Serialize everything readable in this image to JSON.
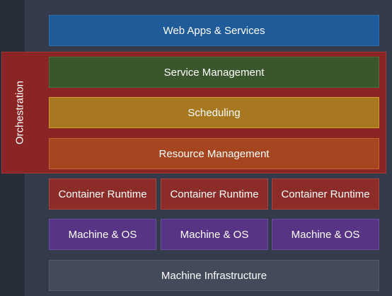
{
  "layers": {
    "web_apps": "Web Apps & Services",
    "orchestration": "Orchestration",
    "service_management": "Service Management",
    "scheduling": "Scheduling",
    "resource_management": "Resource Management",
    "container_runtimes": [
      "Container Runtime",
      "Container Runtime",
      "Container Runtime"
    ],
    "machines": [
      "Machine & OS",
      "Machine & OS",
      "Machine & OS"
    ],
    "infrastructure": "Machine Infrastructure"
  },
  "colors": {
    "background": "#343c4b",
    "web_apps": "#1f5a99",
    "orchestration": "#8a2425",
    "service_management": "#39562c",
    "scheduling": "#a87820",
    "resource_management": "#a64620",
    "container_runtime": "#8c2c28",
    "machine_os": "#573584",
    "infrastructure": "#434a59"
  }
}
